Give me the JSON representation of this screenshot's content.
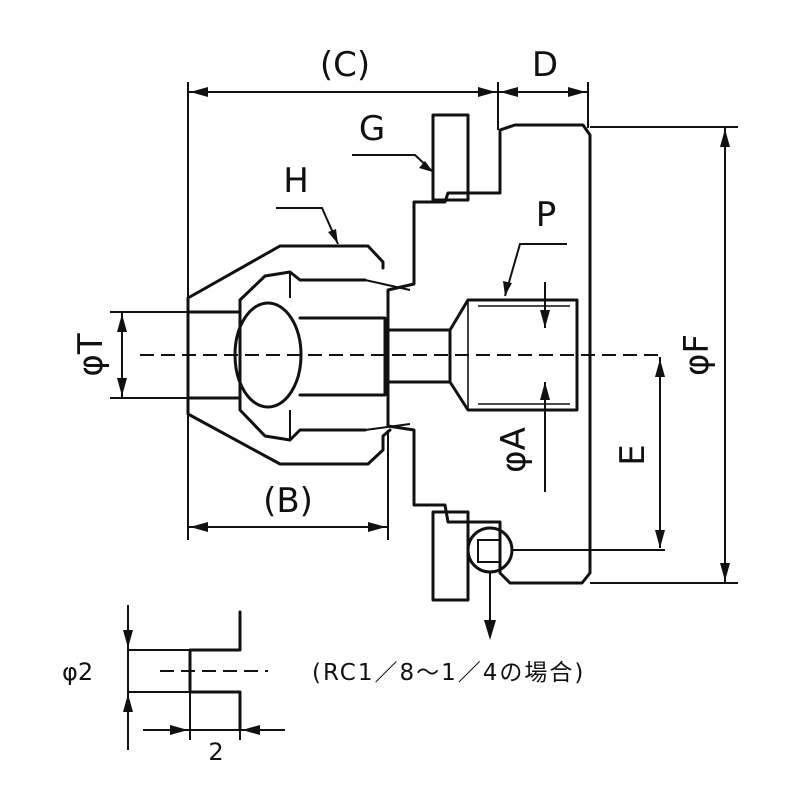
{
  "labels": {
    "C": "(C)",
    "D": "D",
    "G": "G",
    "H": "H",
    "P": "P",
    "T": "φT",
    "A": "φA",
    "F": "φF",
    "E": "E",
    "B": "(B)",
    "phi2": "φ2",
    "two": "2"
  },
  "note": "(RC1／8～1／4の場合)"
}
